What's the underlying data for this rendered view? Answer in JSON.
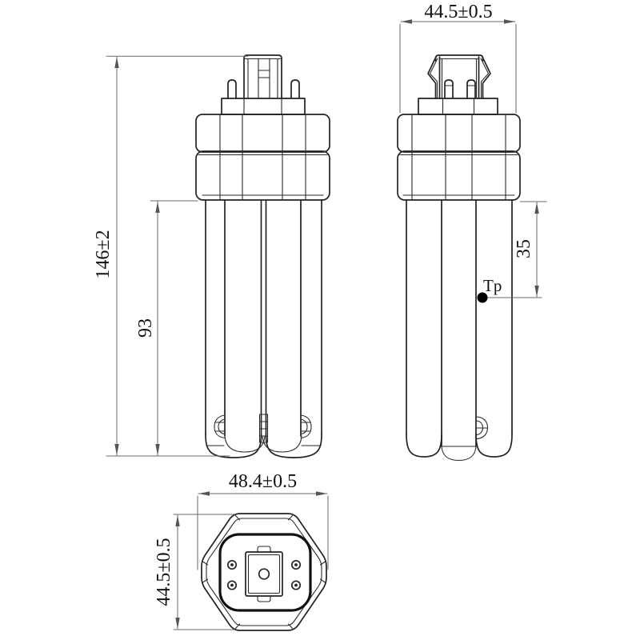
{
  "drawing": {
    "kind": "lamp-technical-drawing",
    "background": "#ffffff",
    "line_color": "#222222",
    "dimension_line_color": "#686868",
    "views": {
      "front": {
        "label_overall_height": "146±2",
        "label_tube_height": "93"
      },
      "side": {
        "label_cap_width": "44.5±0.5",
        "label_test_point_offset": "35",
        "test_point_label": "Tp"
      },
      "bottom": {
        "label_width": "48.4±0.5",
        "label_height": "44.5±0.5"
      }
    }
  }
}
